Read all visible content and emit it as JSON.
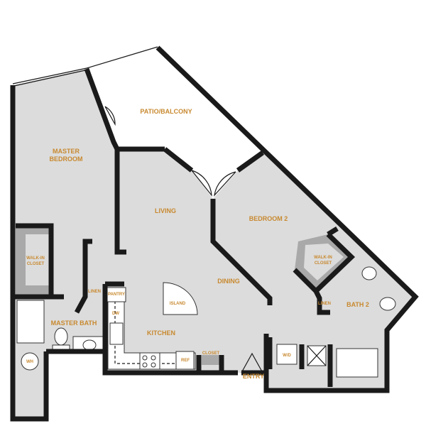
{
  "rooms": {
    "patio": "PATIO/BALCONY",
    "master_bedroom_1": "MASTER",
    "master_bedroom_2": "BEDROOM",
    "living": "LIVING",
    "bedroom2": "BEDROOM 2",
    "walkin_master_1": "WALK-IN",
    "walkin_master_2": "CLOSET",
    "walkin_bed2_1": "WALK-IN",
    "walkin_bed2_2": "CLOSET",
    "dining": "DINING",
    "island": "ISLAND",
    "kitchen": "KITCHEN",
    "master_bath": "MASTER BATH",
    "linen_master": "LINEN",
    "pantry": "PANTRY",
    "dw": "DW",
    "ref": "REF",
    "closet": "CLOSET",
    "wd": "W/D",
    "entry": "ENTRY",
    "bath2": "BATH 2",
    "linen_bath2": "LINEN",
    "wh": "WH"
  },
  "colors": {
    "floor": "#dcdcdc",
    "closet_shelf": "#a9a9a9",
    "wall": "#1a1a1a",
    "label": "#c8892f"
  }
}
